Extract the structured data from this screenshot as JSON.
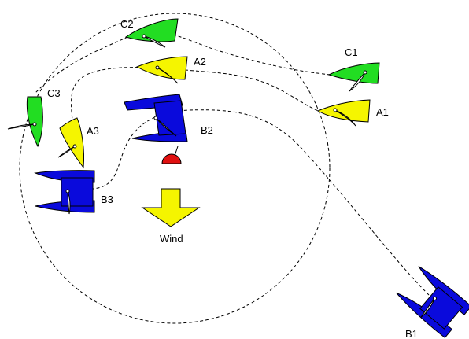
{
  "colors": {
    "yellow_boat": "#f5f500",
    "green_boat": "#22dd22",
    "blue_boat": "#0a0adc",
    "mark": "#e01010",
    "wind_arrow": "#f5f500",
    "outline": "#000000",
    "sail": "#ffffff",
    "background": "#ffffff"
  },
  "boats": {
    "a1": "A1",
    "a2": "A2",
    "a3": "A3",
    "b1": "B1",
    "b2": "B2",
    "b3": "B3",
    "c1": "C1",
    "c2": "C2",
    "c3": "C3"
  },
  "wind": {
    "label": "Wind",
    "icon": "arrow-down-icon"
  },
  "mark": {
    "icon": "buoy-mark-icon"
  },
  "zone": {
    "style": "dashed circle"
  },
  "tracks": {
    "style": "dashed"
  }
}
